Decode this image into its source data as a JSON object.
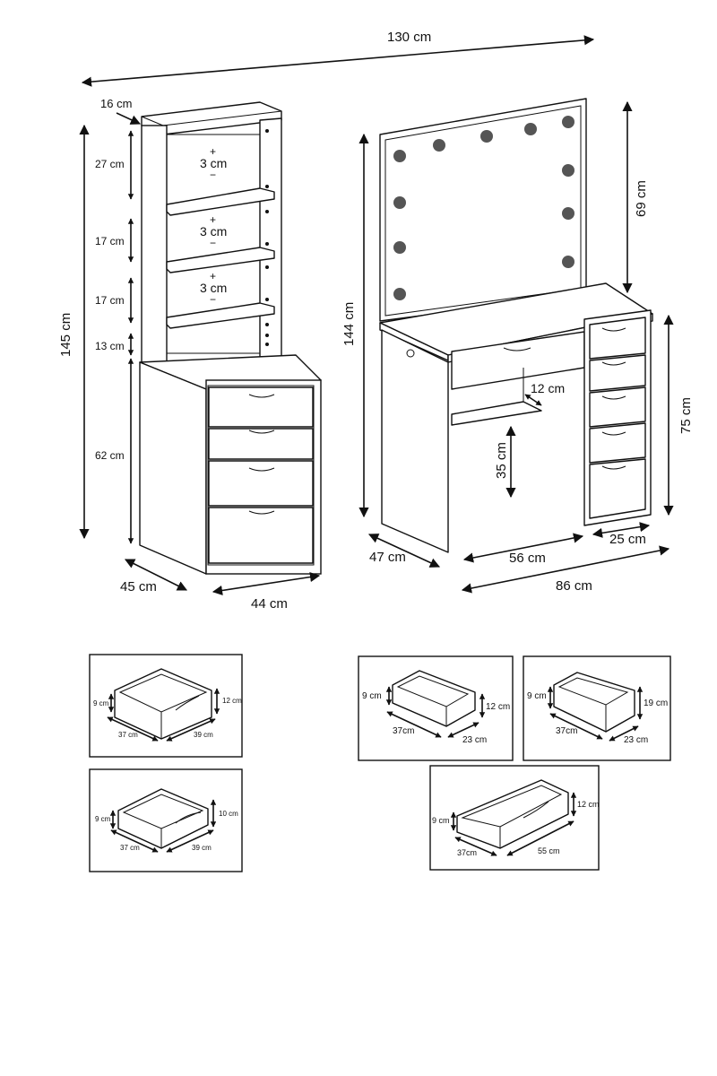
{
  "overall": {
    "width": "130 cm"
  },
  "tower": {
    "depth_top": "16 cm",
    "height": "145 cm",
    "shelf_gaps": [
      "27 cm",
      "17 cm",
      "17 cm",
      "13 cm"
    ],
    "adjust_labels": [
      "3 cm",
      "3 cm",
      "3 cm"
    ],
    "plus": "+",
    "minus": "−",
    "cabinet_height": "62 cm",
    "depth": "45 cm",
    "width": "44 cm"
  },
  "desk": {
    "height": "144 cm",
    "mirror_height": "69 cm",
    "table_height": "75 cm",
    "shelf_depth": "12 cm",
    "knee_height": "35 cm",
    "depth": "47 cm",
    "knee_width": "56 cm",
    "drawer_width": "25 cm",
    "width": "86 cm"
  },
  "drawers": [
    {
      "d": "9 cm",
      "h": "12 cm",
      "w": "37 cm",
      "l": "39 cm"
    },
    {
      "d": "9 cm",
      "h": "10 cm",
      "w": "37 cm",
      "l": "39 cm"
    },
    {
      "d": "9 cm",
      "h": "12 cm",
      "w": "37cm",
      "l": "23 cm"
    },
    {
      "d": "9 cm",
      "h": "19 cm",
      "w": "37cm",
      "l": "23 cm"
    },
    {
      "d": "9 cm",
      "h": "12 cm",
      "w": "37cm",
      "l": "55 cm"
    }
  ],
  "colors": {
    "line": "#111111",
    "bulb": "#555555",
    "background": "#ffffff"
  }
}
